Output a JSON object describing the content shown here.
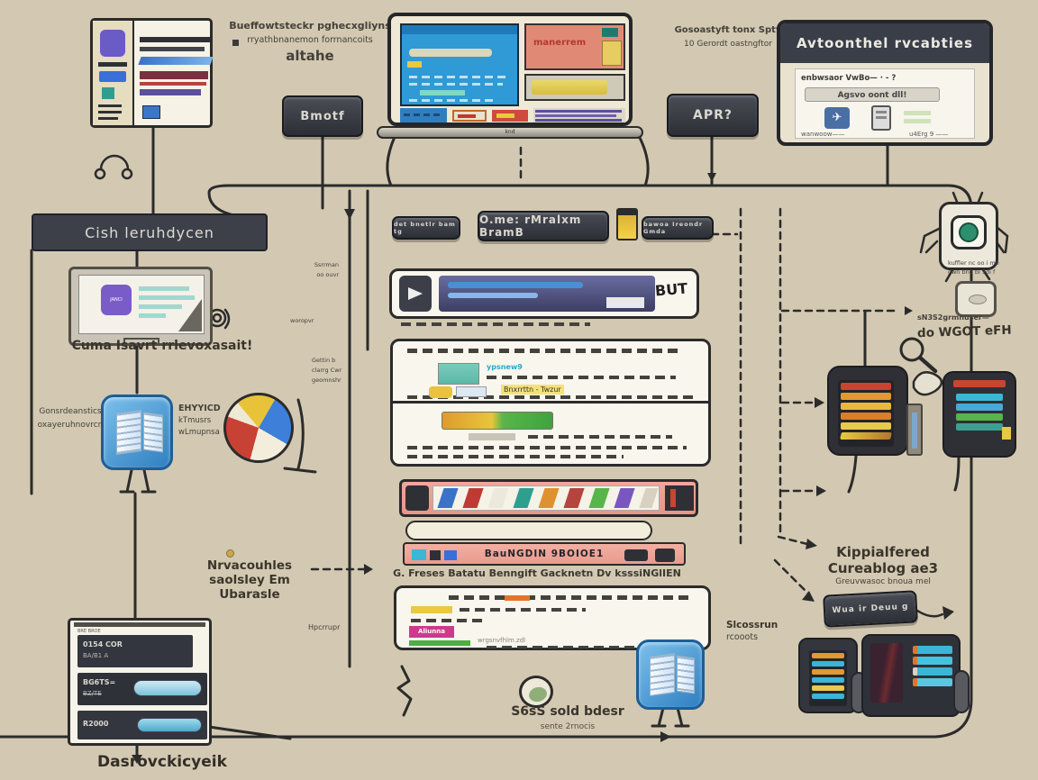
{
  "canvas": {
    "bg": "#d3c8b1",
    "ink": "#2b2b2b"
  },
  "notes": {
    "share": {
      "l1": "Bueffowtsteckr pghecxgliyns",
      "l2": "rryathbnanemon forrnancoits",
      "l3": "altahe"
    },
    "api": {
      "l1": "Gosoastyft tonx Spty",
      "l2": "10 Gerordt oastngftor"
    },
    "monitor_caption": "Cuma Isavrt rrlevoxasait!",
    "considerations": {
      "l1": "Gonsrdeanstics",
      "l2": "oxayeruhnovrcn"
    },
    "pie": {
      "l1": "EHYYICD",
      "l2": "kTmusrs",
      "l3": "wLmupnsa"
    },
    "mid_a1": "Ssrrman",
    "mid_a2": "oo ouvr",
    "mid_b": "woropvr",
    "mid_c1": "Gettin b",
    "mid_c2": "clarrg Cwr",
    "mid_c3": "geomnshr",
    "impossible": {
      "l1": "Nrvacouhles",
      "l2": "saolsley Em",
      "l3": "Ubarasle"
    },
    "hp": "Hpcrrupr",
    "bottom_left_caption": "Dasrovckicyeik",
    "orb1": "S6sS sold bdesr",
    "orb2": "sente 2rnocis",
    "robot1": "kuffler nc oo i me",
    "robot2": "own bnd bl 5di f",
    "sms1": "sN3S2grmnuser—",
    "sms2": "do WGOT eFH",
    "br1": "Kippialfered",
    "br2": "Cureablog ae3",
    "br3": "Greuvwasoc bnoua mel",
    "slco1": "Slcossrun",
    "slco2": "rcooots"
  },
  "pills": {
    "bnote": "Bmotf",
    "api": "APR?",
    "center_left": "det bnetlr bam tg",
    "center_mid": "O.me: rMralxm BramB",
    "center_right": "bawoa Ireondr Gmda",
    "br": "Wua ir Deuu g"
  },
  "cards": {
    "automated": {
      "header": "Avtoonthel rvcabties",
      "line1": "enbwsaor VwBo— · - ?",
      "bar": "Agsvo oont dll!",
      "foot_left": "wanwoow——",
      "foot_right": "u4Erg 9 ——"
    },
    "cish": "Cish leruhdycen",
    "monitor_icon": "JANCI",
    "bottom_left": {
      "top": "BRE BROE",
      "r1a": "0154 COR",
      "r1b": "BA/B1 A",
      "r2a": "BG6TS=",
      "r2b": "BZ/TE",
      "r3": "R2000"
    }
  },
  "center": {
    "but": "BUT",
    "p2_word": "ypsnew9",
    "p2_highlight": "Bnxrrttn - Twzur",
    "shelf_label": "BauNGDIN 9BOIOE1",
    "shelf_caption": "G. Freses Batatu Benngift Gacknetn Dv ksssiNGlIEN",
    "p4_pink": "Aliunna",
    "p4_file": "wrgsnvfhlm.zdl"
  },
  "laptop": {
    "base": "knd",
    "red_text": "manerrem"
  }
}
